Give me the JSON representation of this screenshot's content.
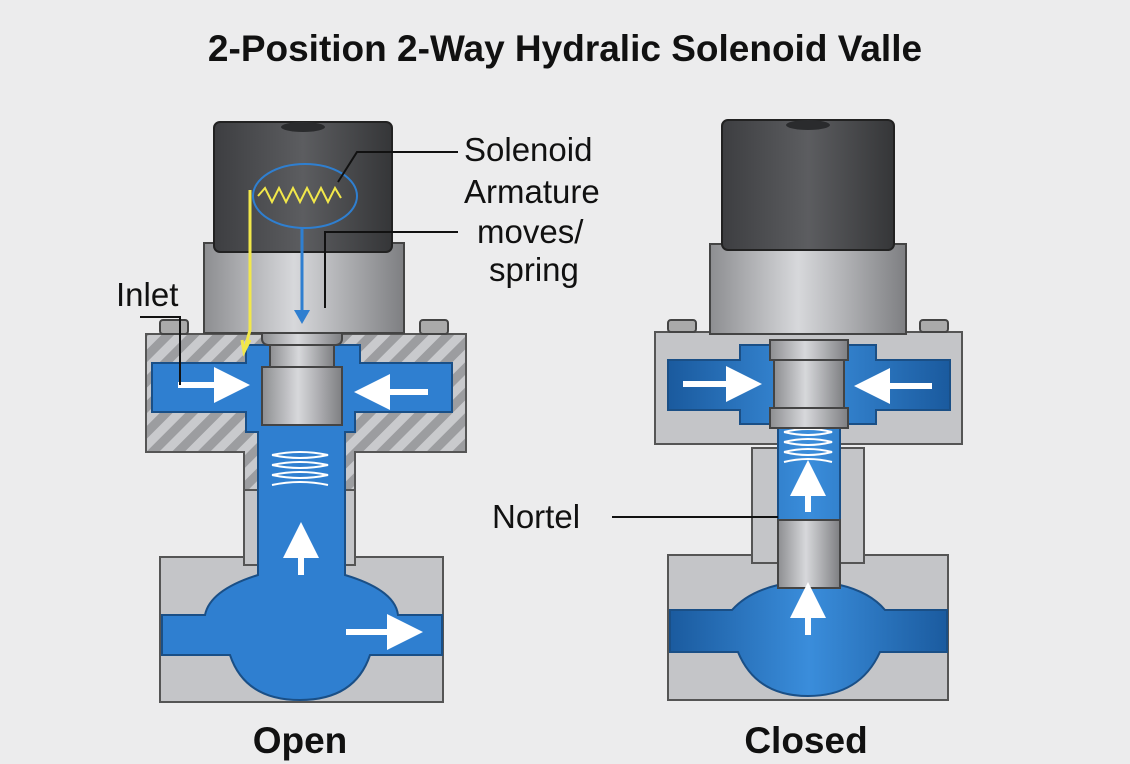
{
  "title": "2-Position 2-Way Hydralic Solenoid Valle",
  "labels": {
    "solenoid": "Solenoid",
    "armature_line1": "Armature",
    "armature_line2": "moves/",
    "armature_line3": "spring",
    "inlet": "Inlet",
    "nortel": "Nortel"
  },
  "captions": {
    "open": "Open",
    "closed": "Closed"
  },
  "colors": {
    "fluid": "#2f7fd0",
    "fluid_dark": "#1a5a9e",
    "body": "#c4c5c8",
    "coil_housing": "#4a4b4e",
    "coil_wire": "#f2e84a",
    "leader_line": "#111111",
    "background": "#ececed"
  }
}
